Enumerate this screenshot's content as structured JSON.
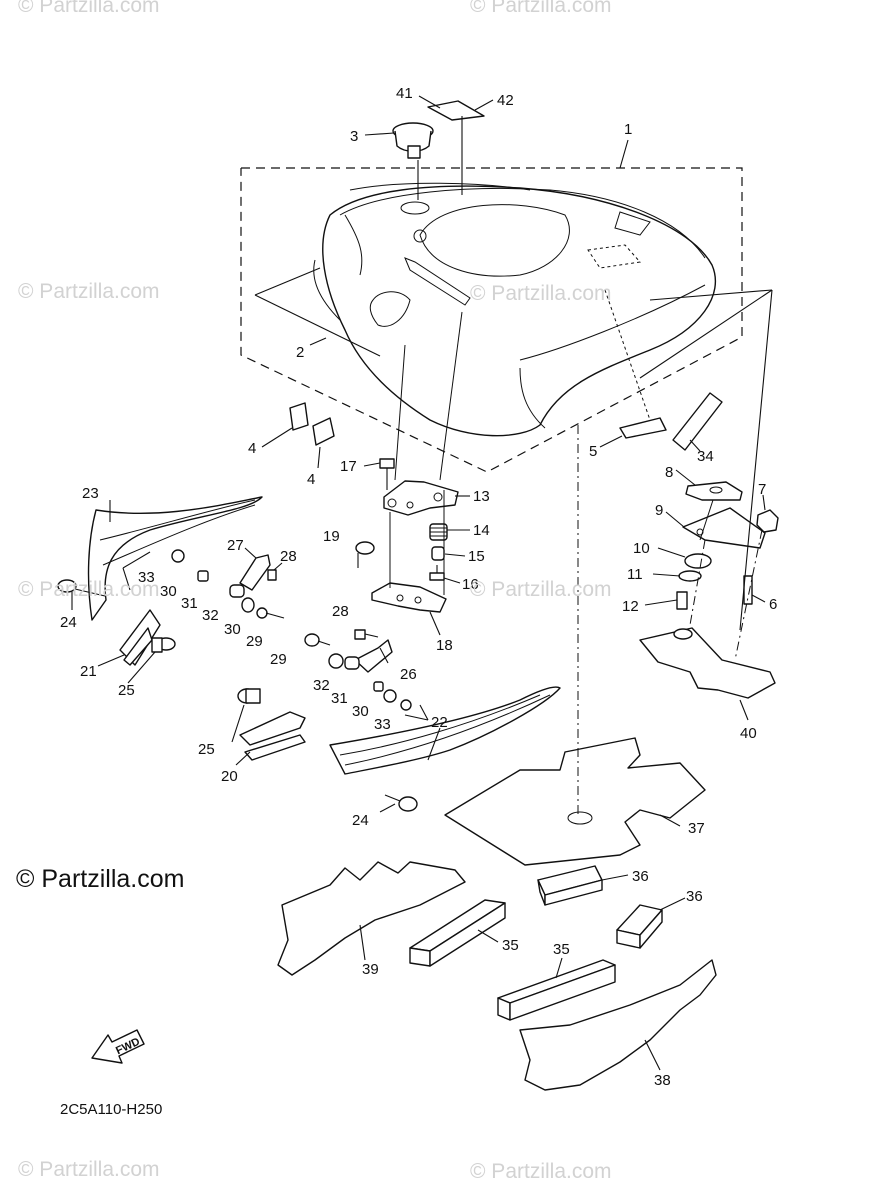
{
  "watermarks": {
    "top_left": "© Partzilla.com",
    "top_right": "© Partzilla.com",
    "mid_left": "© Partzilla.com",
    "mid_center": "© Partzilla.com",
    "row3_left": "© Partzilla.com",
    "row3_center": "© Partzilla.com",
    "bottom_left": "© Partzilla.com",
    "bottom_right": "© Partzilla.com",
    "main": "© Partzilla.com"
  },
  "diagram_code": "2C5A110-H250",
  "fwd_label": "FWD",
  "callouts": [
    "1",
    "2",
    "3",
    "4",
    "4",
    "5",
    "6",
    "7",
    "8",
    "9",
    "10",
    "11",
    "12",
    "13",
    "14",
    "15",
    "16",
    "17",
    "18",
    "19",
    "20",
    "21",
    "22",
    "23",
    "24",
    "24",
    "25",
    "25",
    "26",
    "27",
    "28",
    "28",
    "29",
    "29",
    "30",
    "30",
    "30",
    "31",
    "31",
    "32",
    "32",
    "33",
    "33",
    "34",
    "35",
    "35",
    "36",
    "36",
    "37",
    "38",
    "39",
    "40",
    "41",
    "42"
  ]
}
